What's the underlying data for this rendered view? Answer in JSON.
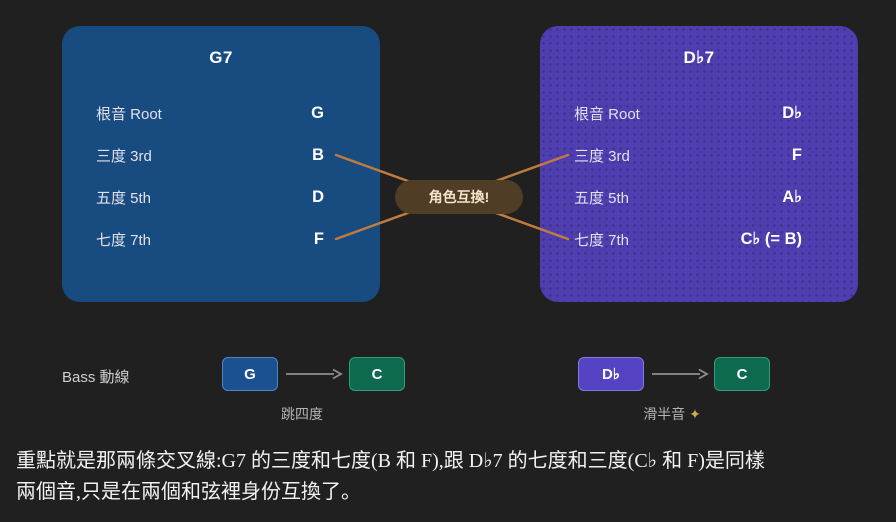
{
  "left_card": {
    "title": "G7",
    "rows": [
      {
        "label": "根音 Root",
        "value": "G"
      },
      {
        "label": "三度 3rd",
        "value": "B"
      },
      {
        "label": "五度 5th",
        "value": "D"
      },
      {
        "label": "七度 7th",
        "value": "F"
      }
    ]
  },
  "right_card": {
    "title": "D♭7",
    "rows": [
      {
        "label": "根音 Root",
        "value": "D♭"
      },
      {
        "label": "三度 3rd",
        "value": "F"
      },
      {
        "label": "五度 5th",
        "value": "A♭"
      },
      {
        "label": "七度 7th",
        "value": "C♭ (= B)"
      }
    ]
  },
  "swap_badge": "角色互換!",
  "bass": {
    "label": "Bass 動線",
    "left": {
      "from": "G",
      "to": "C",
      "caption": "跳四度"
    },
    "right": {
      "from": "D♭",
      "to": "C",
      "caption": "滑半音",
      "star": "✦"
    }
  },
  "footer": {
    "line1": "重點就是那兩條交叉線:G7 的三度和七度(B 和 F),跟 D♭7 的七度和三度(C♭ 和 F)是同樣",
    "line2": "兩個音,只是在兩個和弦裡身份互換了。"
  },
  "colors": {
    "background": "#202020",
    "left_card": "#184c80",
    "right_card": "#4e3eb0",
    "connector_line": "#bf7b40",
    "swap_badge_bg": "#4f3d26",
    "bass_blue": "#1c5191",
    "bass_green": "#0d6a4e",
    "bass_purple": "#5444c4",
    "arrow": "#8f8f8f"
  }
}
